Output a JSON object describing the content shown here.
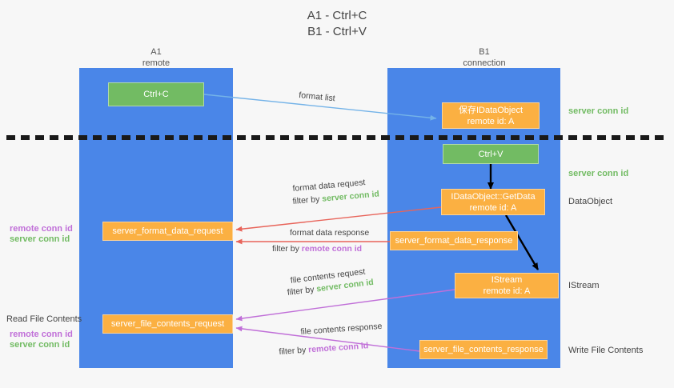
{
  "title": {
    "line1": "A1 - Ctrl+C",
    "line2": "B1 - Ctrl+V"
  },
  "colors": {
    "lane": "#4a86e8",
    "green_node": "#72bb63",
    "orange_node": "#fbb042",
    "server_conn_id": "#72bb63",
    "remote_conn_id": "#c06fd8",
    "format_arrow": "#e8645a",
    "file_arrow": "#c06fd8",
    "copy_arrow": "#74b3e8",
    "black_arrow": "#000000",
    "divider": "#1a1a1a",
    "background": "#f7f7f7"
  },
  "columns": [
    {
      "name": "A1",
      "sub": "remote"
    },
    {
      "name": "B1",
      "sub": "connection"
    }
  ],
  "nodes": [
    {
      "id": "ctrl-c",
      "label1": "Ctrl+C",
      "label2": "",
      "kind": "green"
    },
    {
      "id": "save-idataobject",
      "label1": "保存IDataObject",
      "label2": "remote id: A",
      "kind": "orange"
    },
    {
      "id": "ctrl-v",
      "label1": "Ctrl+V",
      "label2": "",
      "kind": "green"
    },
    {
      "id": "getdata",
      "label1": "IDataObject::GetData",
      "label2": "remote id: A",
      "kind": "orange"
    },
    {
      "id": "server-format-data-request",
      "label1": "server_format_data_request",
      "label2": "",
      "kind": "orange"
    },
    {
      "id": "server-format-data-response",
      "label1": "server_format_data_response",
      "label2": "",
      "kind": "orange"
    },
    {
      "id": "istream",
      "label1": "IStream",
      "label2": "remote id: A",
      "kind": "orange"
    },
    {
      "id": "server-file-contents-request",
      "label1": "server_file_contents_request",
      "label2": "",
      "kind": "orange"
    },
    {
      "id": "server-file-contents-response",
      "label1": "server_file_contents_response",
      "label2": "",
      "kind": "orange"
    }
  ],
  "edge_labels": {
    "format_list": "format list",
    "format_data_request": "format data request",
    "format_data_request_filter_prefix": "filter by ",
    "format_data_request_filter_value": "server conn id",
    "format_data_response": "format data response",
    "format_data_response_filter_prefix": "filter by ",
    "format_data_response_filter_value": "remote conn id",
    "file_contents_request": "file contents request",
    "file_contents_request_filter_prefix": "filter by ",
    "file_contents_request_filter_value": "server conn id",
    "file_contents_response": "file contents response",
    "file_contents_response_filter_prefix": "filter by ",
    "file_contents_response_filter_value": "remote conn id"
  },
  "right_annotations": [
    {
      "id": "server-conn-id-top",
      "text": "server conn id",
      "kind": "green"
    },
    {
      "id": "server-conn-id-second",
      "text": "server conn id",
      "kind": "green"
    },
    {
      "id": "dataobject",
      "text": "DataObject",
      "kind": "plain"
    },
    {
      "id": "istream-label",
      "text": "IStream",
      "kind": "plain"
    },
    {
      "id": "write-file-contents",
      "text": "Write File Contents",
      "kind": "plain"
    }
  ],
  "left_annotations": [
    {
      "id": "remote-conn-id-mid",
      "text": "remote conn id",
      "kind": "purple"
    },
    {
      "id": "server-conn-id-mid",
      "text": "server conn id",
      "kind": "green"
    },
    {
      "id": "read-file-contents",
      "text": "Read File Contents",
      "kind": "plain"
    },
    {
      "id": "remote-conn-id-low",
      "text": "remote conn id",
      "kind": "purple"
    },
    {
      "id": "server-conn-id-low",
      "text": "server conn id",
      "kind": "green"
    }
  ]
}
